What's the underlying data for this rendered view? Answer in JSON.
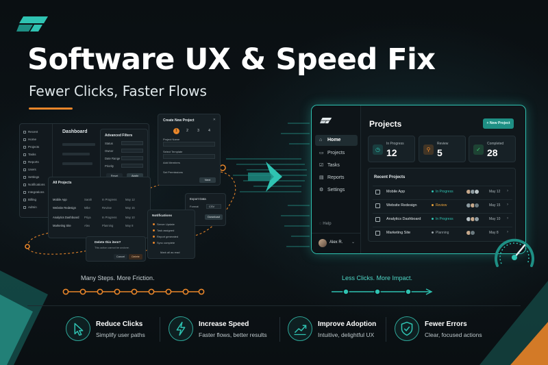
{
  "hero": {
    "headline": "Software UX & Speed Fix",
    "subheadline": "Fewer Clicks, Faster Flows"
  },
  "colors": {
    "accent_orange": "#e9862a",
    "accent_teal": "#2fc3b2",
    "background": "#0b1014"
  },
  "old_ui": {
    "sidebar_items": [
      "Recent",
      "Home",
      "Projects",
      "Tasks",
      "Reports",
      "Users",
      "Settings",
      "Notifications",
      "Integrations",
      "Billing",
      "Admin"
    ],
    "dashboard_title": "Dashboard",
    "advanced_filters": {
      "title": "Advanced Filters",
      "rows": [
        "Status",
        "Owner",
        "Date Range",
        "Priority"
      ],
      "reset": "Reset",
      "apply": "Apply"
    },
    "wizard": {
      "title": "Create New Project",
      "steps": [
        "1",
        "2",
        "3",
        "4"
      ],
      "fields": [
        "Project Name",
        "Select Template",
        "Add Members",
        "Set Permissions"
      ],
      "next": "Next"
    },
    "all_projects": {
      "title": "All Projects",
      "rows": [
        {
          "name": "Mobile App",
          "owner": "Sarah",
          "status": "In Progress",
          "date": "May 12"
        },
        {
          "name": "Website Redesign",
          "owner": "Mike",
          "status": "Review",
          "date": "May 15"
        },
        {
          "name": "Analytics Dashboard",
          "owner": "Priya",
          "status": "In Progress",
          "date": "May 10"
        },
        {
          "name": "Marketing Site",
          "owner": "Alex",
          "status": "Planning",
          "date": "May 8"
        }
      ]
    },
    "export": {
      "title": "Export Data",
      "format_label": "Format",
      "format_value": "CSV",
      "download": "Download"
    },
    "notifications": {
      "title": "Notifications",
      "items": [
        "Server Update",
        "Task assigned",
        "Report generated",
        "Sync complete"
      ],
      "mark_all": "Mark all as read"
    },
    "delete_dialog": {
      "title": "Delete this item?",
      "subtitle": "This action cannot be undone.",
      "cancel": "Cancel",
      "delete": "Delete"
    },
    "caption": "Many Steps. More Friction."
  },
  "new_ui": {
    "nav": [
      {
        "label": "Home",
        "icon": "home-icon",
        "glyph": "⌂"
      },
      {
        "label": "Projects",
        "icon": "folder-icon",
        "glyph": "▭"
      },
      {
        "label": "Tasks",
        "icon": "checklist-icon",
        "glyph": "☑"
      },
      {
        "label": "Reports",
        "icon": "report-icon",
        "glyph": "▤"
      },
      {
        "label": "Settings",
        "icon": "gear-icon",
        "glyph": "⚙"
      }
    ],
    "help": "Help",
    "user_name": "Alex R.",
    "page_title": "Projects",
    "new_project_button": "+ New Project",
    "stats": [
      {
        "label": "In Progress",
        "value": "12",
        "icon": "clock-icon",
        "glyph": "◷",
        "color": "#2fc3b2"
      },
      {
        "label": "Review",
        "value": "5",
        "icon": "search-icon",
        "glyph": "⚲",
        "color": "#e9862a"
      },
      {
        "label": "Completed",
        "value": "28",
        "icon": "check-icon",
        "glyph": "✓",
        "color": "#3ecf6e"
      }
    ],
    "recent_title": "Recent Projects",
    "recent": [
      {
        "name": "Mobile App",
        "status": "In Progress",
        "status_color": "#2fc3b2",
        "date": "May 12"
      },
      {
        "name": "Website Redesign",
        "status": "Review",
        "status_color": "#e9a23a",
        "date": "May 15"
      },
      {
        "name": "Analytics Dashboard",
        "status": "In Progress",
        "status_color": "#2fc3b2",
        "date": "May 10"
      },
      {
        "name": "Marketing Site",
        "status": "Planning",
        "status_color": "#9aa6aa",
        "date": "May 8"
      }
    ],
    "caption": "Less Clicks. More Impact."
  },
  "features": [
    {
      "title": "Reduce Clicks",
      "desc": "Simplify user paths",
      "icon": "cursor-icon"
    },
    {
      "title": "Increase Speed",
      "desc": "Faster flows, better results",
      "icon": "lightning-icon"
    },
    {
      "title": "Improve Adoption",
      "desc": "Intuitive, delightful UX",
      "icon": "trend-up-icon"
    },
    {
      "title": "Fewer Errors",
      "desc": "Clear, focused actions",
      "icon": "shield-check-icon"
    }
  ]
}
